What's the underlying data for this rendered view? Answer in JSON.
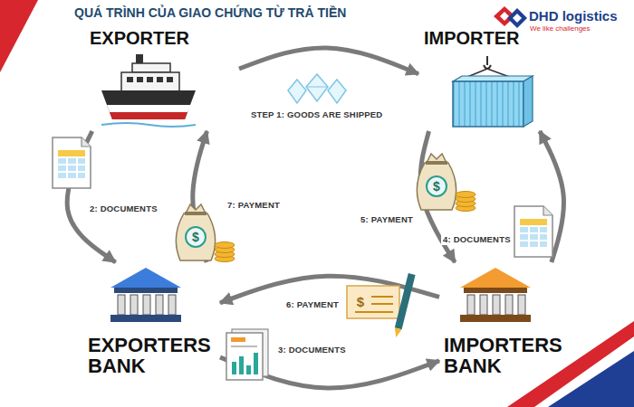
{
  "diagram": {
    "title": "QUÁ TRÌNH CỦA GIAO CHỨNG TỪ TRẢ TIỀN",
    "nodes": [
      {
        "text": [
          "EXPORTER"
        ]
      },
      {
        "text": [
          "IMPORTER"
        ]
      },
      {
        "text": [
          "EXPORTERS BANK"
        ]
      },
      {
        "text": [
          "IMPORTERS BANK"
        ]
      }
    ],
    "edges": [
      {
        "from": 0,
        "to": 1,
        "arrow": "to",
        "label": "STEP 1: GOODS ARE SHIPPED"
      },
      {
        "from": 0,
        "to": 2,
        "arrow": "to",
        "label": "2: DOCUMENTS"
      },
      {
        "from": 2,
        "to": 3,
        "arrow": "to",
        "label": "3: DOCUMENTS"
      },
      {
        "from": 3,
        "to": 1,
        "arrow": "to",
        "label": "4: DOCUMENTS"
      },
      {
        "from": 1,
        "to": 3,
        "arrow": "to",
        "label": "5: PAYMENT"
      },
      {
        "from": 3,
        "to": 2,
        "arrow": "to",
        "label": "6: PAYMENT"
      },
      {
        "from": 2,
        "to": 0,
        "arrow": "to",
        "label": "7: PAYMENT"
      }
    ],
    "labels": [
      "DHD logistics",
      "We like challenges",
      "$",
      "$",
      "$"
    ]
  }
}
